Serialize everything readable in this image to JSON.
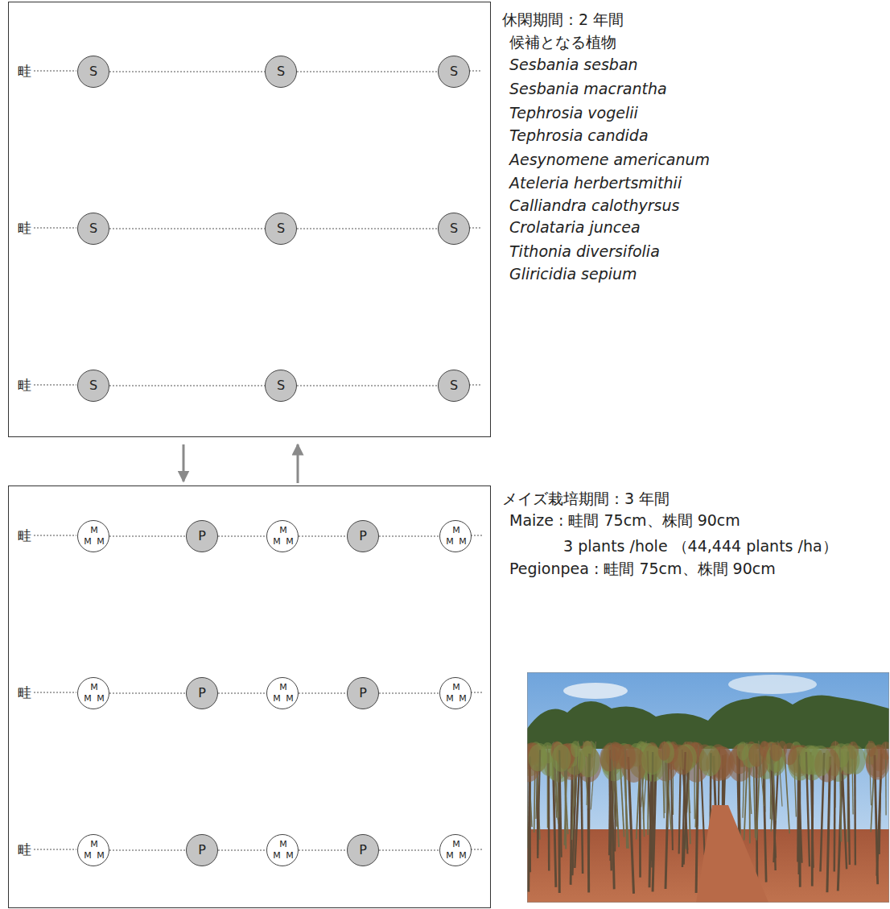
{
  "diagram": {
    "nodes": [
      {
        "text": [
          "休閑期間：2 年間"
        ]
      },
      {
        "text": [
          "S"
        ],
        "in": 0
      },
      {
        "text": [
          "S"
        ],
        "in": 0
      },
      {
        "text": [
          "S"
        ],
        "in": 0
      },
      {
        "text": [
          "S"
        ],
        "in": 0
      },
      {
        "text": [
          "S"
        ],
        "in": 0
      },
      {
        "text": [
          "S"
        ],
        "in": 0
      },
      {
        "text": [
          "S"
        ],
        "in": 0
      },
      {
        "text": [
          "S"
        ],
        "in": 0
      },
      {
        "text": [
          "S"
        ],
        "in": 0
      },
      {
        "text": [
          "メイズ栽培期間：3 年間"
        ]
      },
      {
        "text": [
          "M",
          "M",
          "M"
        ],
        "in": 10
      },
      {
        "text": [
          "P"
        ],
        "in": 10
      },
      {
        "text": [
          "M",
          "M",
          "M"
        ],
        "in": 10
      },
      {
        "text": [
          "P"
        ],
        "in": 10
      },
      {
        "text": [
          "M",
          "M",
          "M"
        ],
        "in": 10
      },
      {
        "text": [
          "M",
          "M",
          "M"
        ],
        "in": 10
      },
      {
        "text": [
          "P"
        ],
        "in": 10
      },
      {
        "text": [
          "M",
          "M",
          "M"
        ],
        "in": 10
      },
      {
        "text": [
          "P"
        ],
        "in": 10
      },
      {
        "text": [
          "M",
          "M",
          "M"
        ],
        "in": 10
      },
      {
        "text": [
          "M",
          "M",
          "M"
        ],
        "in": 10
      },
      {
        "text": [
          "P"
        ],
        "in": 10
      },
      {
        "text": [
          "M",
          "M",
          "M"
        ],
        "in": 10
      },
      {
        "text": [
          "P"
        ],
        "in": 10
      },
      {
        "text": [
          "M",
          "M",
          "M"
        ],
        "in": 10
      }
    ],
    "edges": [
      {
        "from": 0,
        "to": 10,
        "arrow": "to"
      },
      {
        "from": 10,
        "to": 0,
        "arrow": "to"
      },
      {
        "from": 1,
        "to": 2,
        "arrow": "none"
      },
      {
        "from": 2,
        "to": 3,
        "arrow": "none"
      },
      {
        "from": 4,
        "to": 5,
        "arrow": "none"
      },
      {
        "from": 5,
        "to": 6,
        "arrow": "none"
      },
      {
        "from": 7,
        "to": 8,
        "arrow": "none"
      },
      {
        "from": 8,
        "to": 9,
        "arrow": "none"
      },
      {
        "from": 11,
        "to": 12,
        "arrow": "none"
      },
      {
        "from": 12,
        "to": 13,
        "arrow": "none"
      },
      {
        "from": 13,
        "to": 14,
        "arrow": "none"
      },
      {
        "from": 14,
        "to": 15,
        "arrow": "none"
      },
      {
        "from": 16,
        "to": 17,
        "arrow": "none"
      },
      {
        "from": 17,
        "to": 18,
        "arrow": "none"
      },
      {
        "from": 18,
        "to": 19,
        "arrow": "none"
      },
      {
        "from": 19,
        "to": 20,
        "arrow": "none"
      },
      {
        "from": 21,
        "to": 22,
        "arrow": "none"
      },
      {
        "from": 22,
        "to": 23,
        "arrow": "none"
      },
      {
        "from": 23,
        "to": 24,
        "arrow": "none"
      },
      {
        "from": 24,
        "to": 25,
        "arrow": "none"
      }
    ],
    "labels": [
      "畦",
      "畦",
      "畦",
      "候補となる植物",
      "Sesbania sesban",
      "Sesbania macrantha",
      "Tephrosia vogelii",
      "Tephrosia candida",
      "Aesynomene americanum",
      "Ateleria herbertsmithii",
      "Calliandra calothyrsus",
      "Crolataria juncea",
      "Tithonia diversifolia",
      "Gliricidia sepium",
      "畦",
      "畦",
      "畦",
      "Maize : 畦間 75cm、株間 90cm",
      "3 plants /hole （44,444 plants /ha）",
      "Pegionpea : 畦間 75cm、株間 90cm"
    ]
  }
}
